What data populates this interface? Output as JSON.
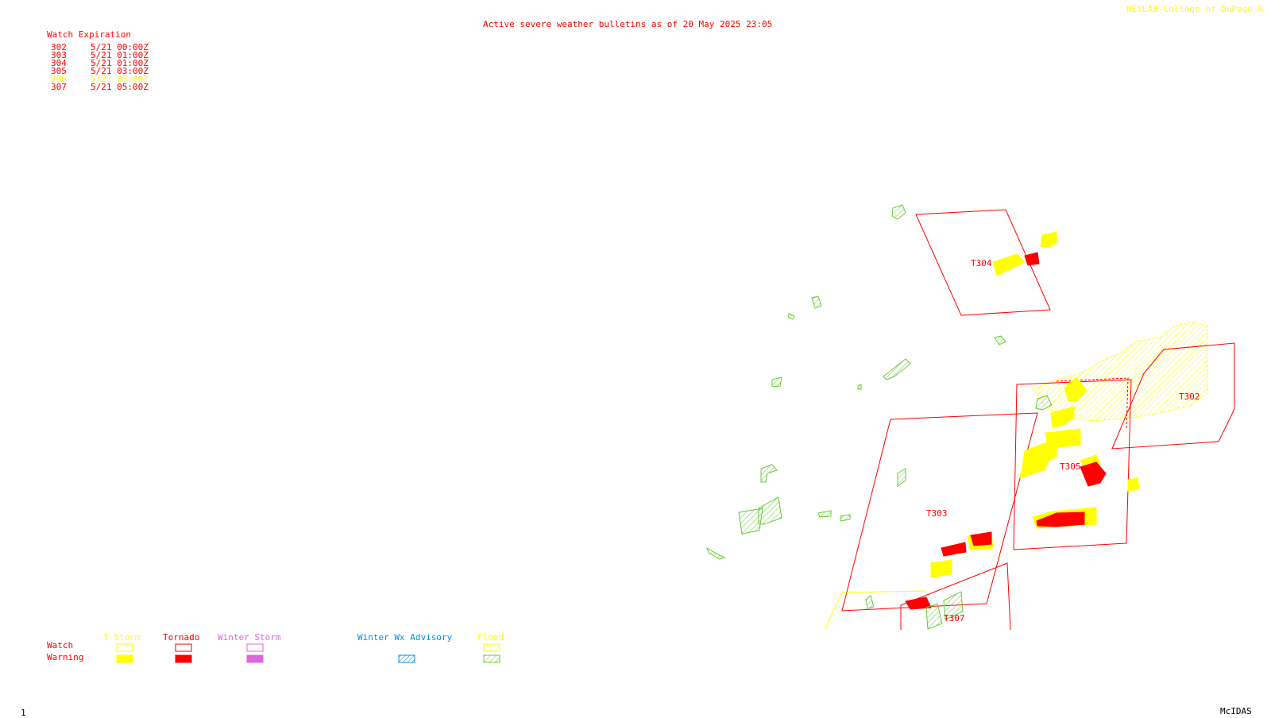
{
  "header": {
    "title": "Active severe weather bulletins as of 20 May 2025 23:05",
    "credit": "NEXLAB-College of DuPage R"
  },
  "watch_table": {
    "heading": "Watch Expiration",
    "rows": [
      {
        "number": "302",
        "expires": "5/21 00:00Z",
        "color": "#ff0000"
      },
      {
        "number": "303",
        "expires": "5/21 01:00Z",
        "color": "#ff0000"
      },
      {
        "number": "304",
        "expires": "5/21 01:00Z",
        "color": "#ff0000"
      },
      {
        "number": "305",
        "expires": "5/21 03:00Z",
        "color": "#ff0000"
      },
      {
        "number": "306",
        "expires": "5/21 03:00Z",
        "color": "#ffff00"
      },
      {
        "number": "307",
        "expires": "5/21 05:00Z",
        "color": "#ff0000"
      }
    ]
  },
  "map": {
    "watch_labels": [
      "T304",
      "T303",
      "T305",
      "T302",
      "T307"
    ]
  },
  "legend": {
    "watch_label": "Watch",
    "warning_label": "Warning",
    "categories": [
      {
        "name": "T-Storm",
        "color": "#ffff00",
        "watch": "outline",
        "warning": "filled"
      },
      {
        "name": "Tornado",
        "color": "#ff0000",
        "watch": "outline",
        "warning": "filled"
      },
      {
        "name": "Winter Storm",
        "color": "#dd66dd",
        "watch": "outline",
        "warning": "filled"
      },
      {
        "name": "Winter Wx Advisory",
        "color": "#0090e0",
        "watch": "",
        "warning": "hatched"
      },
      {
        "name": "Flood",
        "color": "#ffff00",
        "watch": "hatched",
        "warning": "hatched",
        "warning_color": "#66cc33"
      }
    ]
  },
  "footer": {
    "frame": "1",
    "software": "McIDAS"
  }
}
